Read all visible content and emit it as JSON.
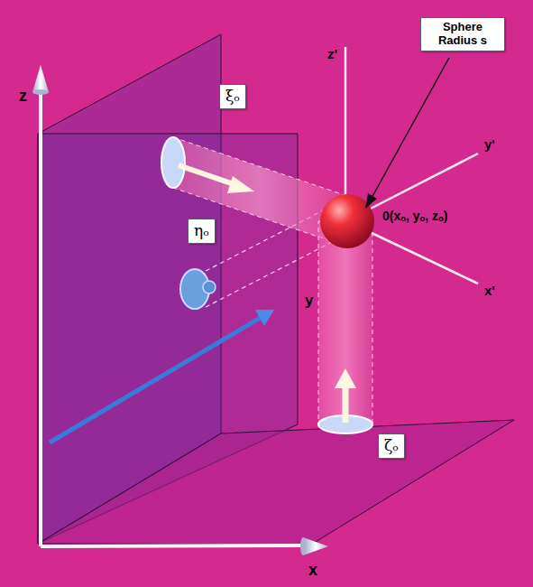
{
  "diagram": {
    "nodes": [
      {
        "text": [
          "Sphere Radius s"
        ]
      },
      {
        "text": [
          "ξₒ"
        ]
      },
      {
        "text": [
          "ηₒ"
        ]
      },
      {
        "text": [
          "ζₒ"
        ]
      }
    ],
    "labels": [
      "z'",
      "z",
      "y'",
      "0(xₒ, yₒ, zₒ)",
      "x'",
      "y",
      "x"
    ]
  }
}
